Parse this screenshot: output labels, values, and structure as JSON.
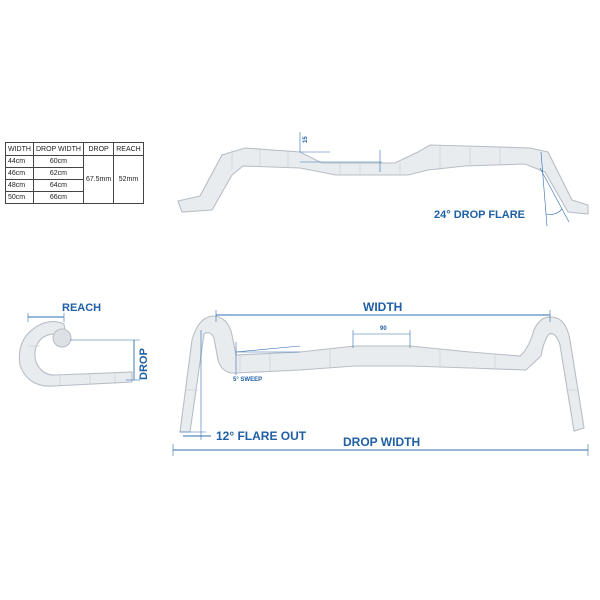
{
  "table": {
    "headers": [
      "WIDTH",
      "DROP WIDTH",
      "DROP",
      "REACH"
    ],
    "rows": [
      {
        "width": "44cm",
        "drop_width": "60cm"
      },
      {
        "width": "46cm",
        "drop_width": "62cm"
      },
      {
        "width": "48cm",
        "drop_width": "64cm"
      },
      {
        "width": "50cm",
        "drop_width": "66cm"
      }
    ],
    "drop": "67.5mm",
    "reach": "52mm"
  },
  "labels": {
    "rise": "15",
    "drop_flare": "24° DROP FLARE",
    "reach": "REACH",
    "drop": "DROP",
    "width": "WIDTH",
    "ninety": "90",
    "sweep": "5° SWEEP",
    "flare_out": "12° FLARE OUT",
    "drop_width": "DROP WIDTH"
  },
  "colors": {
    "accent": "#1f5fa5",
    "bar_fill": "#e9ecef",
    "bar_outline": "#b7bec6"
  }
}
